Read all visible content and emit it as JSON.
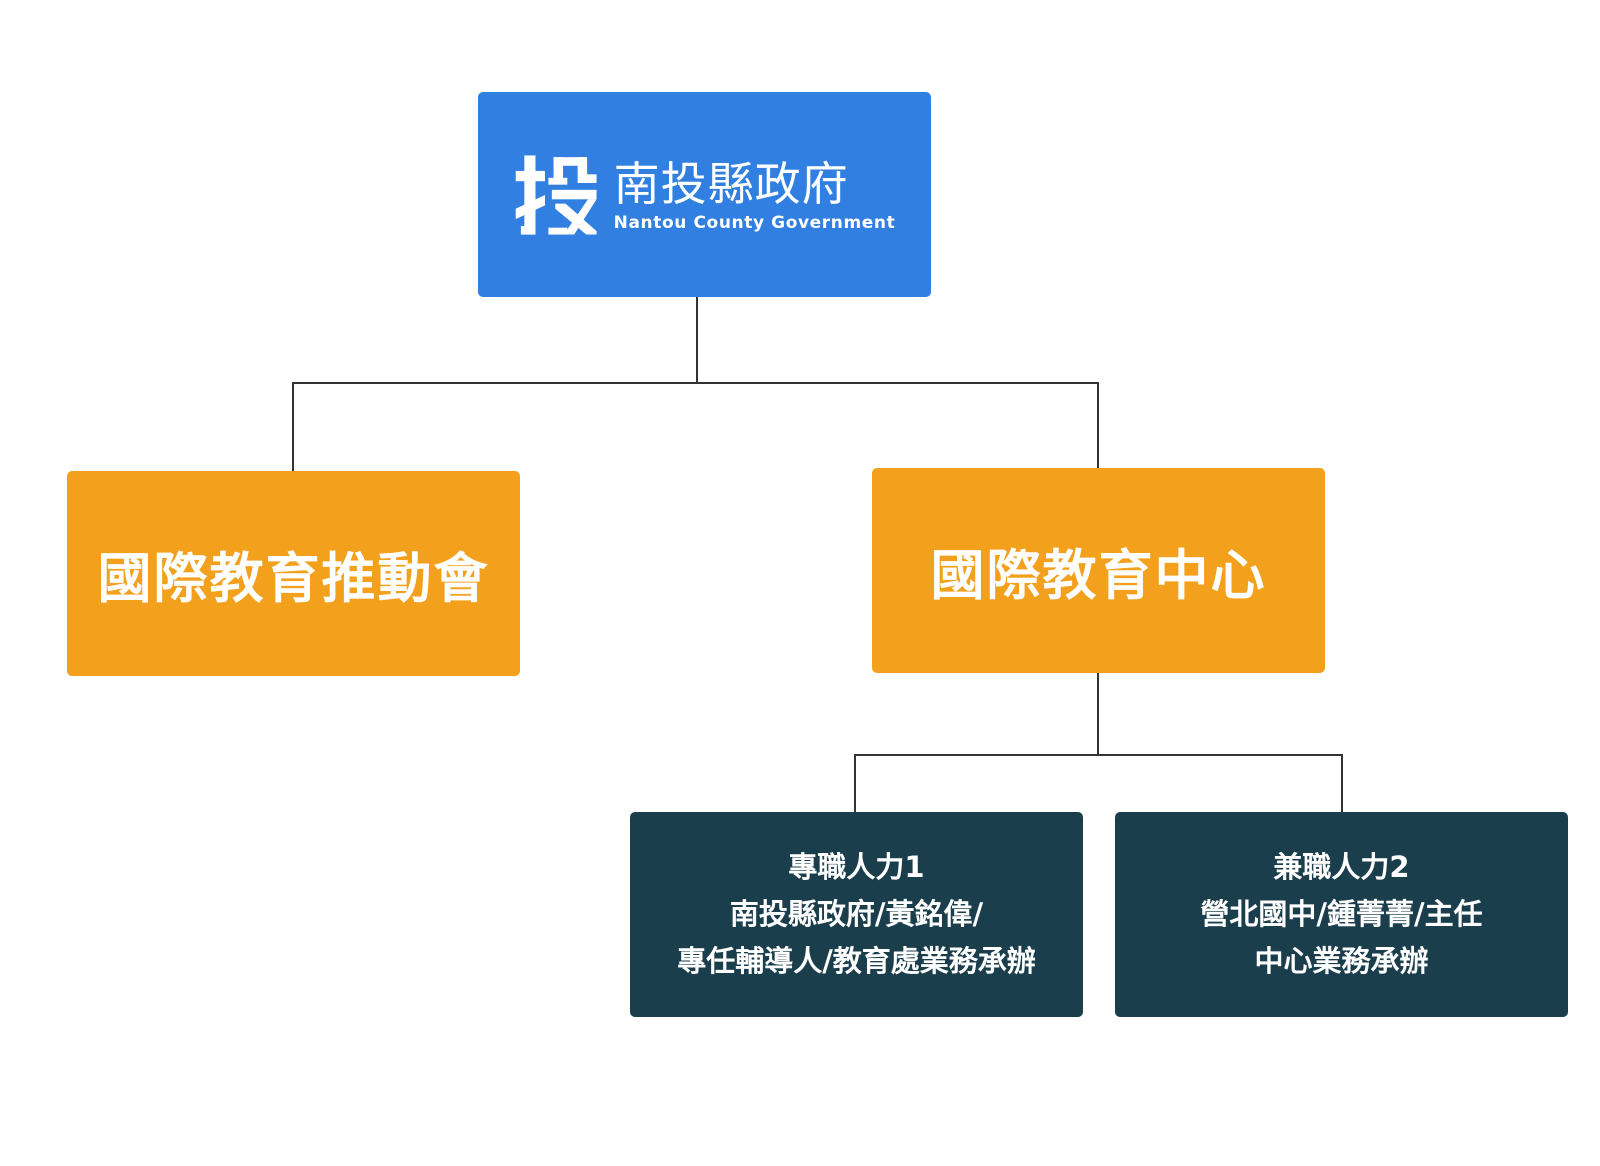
{
  "colors": {
    "root": "#317fe0",
    "level1": "#f3a11d",
    "level2": "#1b3e4c",
    "connector": "#333333"
  },
  "root": {
    "logo_icon": "tou-character-logo-icon",
    "name": "南投縣政府",
    "english_name": "Nantou County Government"
  },
  "level1": [
    {
      "label": "國際教育推動會"
    },
    {
      "label": "國際教育中心"
    }
  ],
  "level2": [
    {
      "lines": [
        "專職人力1",
        "南投縣政府/黃銘偉/",
        "專任輔導人/教育處業務承辦"
      ]
    },
    {
      "lines": [
        "兼職人力2",
        "營北國中/鍾菁菁/主任",
        "中心業務承辦"
      ]
    }
  ]
}
